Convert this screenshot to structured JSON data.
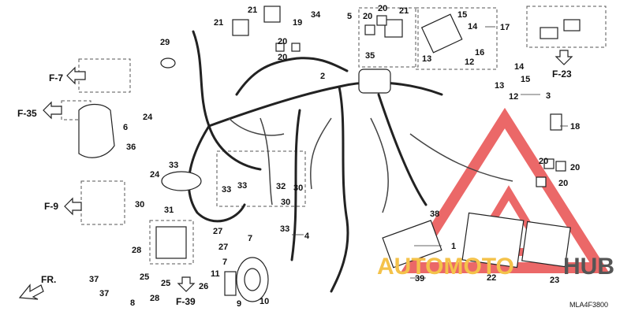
{
  "diagram": {
    "code": "MLA4F3800",
    "watermark": {
      "prefix": "AUTOMOTO",
      "suffix": "HUB",
      "colors": {
        "triangle": "#e84e4e",
        "prefix": "#f4c24a",
        "suffix": "#555555"
      }
    },
    "references": {
      "F7": "F-7",
      "F35": "F-35",
      "F9": "F-9",
      "F23": "F-23",
      "F39": "F-39",
      "front": "FR."
    },
    "part_labels": {
      "p1": "1",
      "p2": "2",
      "p3": "3",
      "p4": "4",
      "p5": "5",
      "p6": "6",
      "p7a": "7",
      "p7b": "7",
      "p8": "8",
      "p9": "9",
      "p10": "10",
      "p11": "11",
      "p12a": "12",
      "p12b": "12",
      "p13a": "13",
      "p13b": "13",
      "p14a": "14",
      "p14b": "14",
      "p15a": "15",
      "p15b": "15",
      "p16": "16",
      "p17": "17",
      "p18": "18",
      "p19": "19",
      "p20a": "20",
      "p20b": "20",
      "p20c": "20",
      "p20d": "20",
      "p20e": "20",
      "p20f": "20",
      "p20g": "20",
      "p21a": "21",
      "p21b": "21",
      "p21c": "21",
      "p22": "22",
      "p23": "23",
      "p24a": "24",
      "p24b": "24",
      "p25a": "25",
      "p25b": "25",
      "p26": "26",
      "p27a": "27",
      "p27b": "27",
      "p28a": "28",
      "p28b": "28",
      "p29": "29",
      "p30a": "30",
      "p30b": "30",
      "p30c": "30",
      "p31": "31",
      "p32": "32",
      "p33a": "33",
      "p33b": "33",
      "p33c": "33",
      "p33d": "33",
      "p34": "34",
      "p35": "35",
      "p36": "36",
      "p37a": "37",
      "p37b": "37",
      "p38": "38",
      "p39": "39"
    }
  }
}
